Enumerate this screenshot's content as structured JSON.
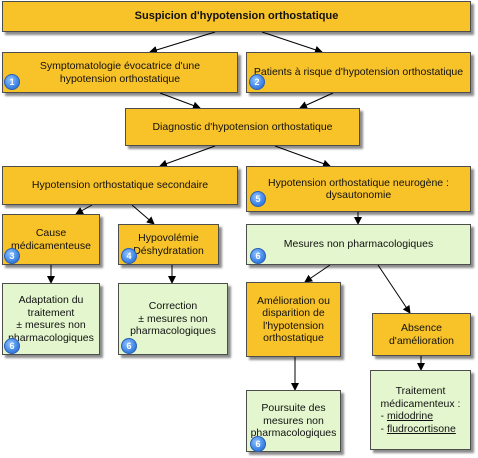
{
  "nodes": {
    "root": "Suspicion d'hypotension orthostatique",
    "symptomatologie": "Symptomatologie évocatrice d'une\nhypotension orthostatique",
    "patients_risque": "Patients à risque d'hypotension orthostatique",
    "diagnostic": "Diagnostic d'hypotension orthostatique",
    "secondaire": "Hypotension orthostatique secondaire",
    "neurogene": "Hypotension orthostatique neurogène :\ndysautonomie",
    "cause_medic": "Cause\nmédicamenteuse",
    "hypovolemie": "Hypovolémie\nDéshydratation",
    "mesures_non_pharma": "Mesures non pharmacologiques",
    "adaptation": "Adaptation du\ntraitement\n± mesures non\npharmacologiques",
    "correction": "Correction\n± mesures non\npharmacologiques",
    "amelioration": "Amélioration ou\ndisparition de\nl'hypotension\northostatique",
    "absence": "Absence\nd'amélioration",
    "poursuite": "Poursuite des\nmesures non\npharmacologiques",
    "traitement_title": "Traitement\nmédicamenteux :",
    "traitement_items": [
      "midodrine",
      "fludrocortisone"
    ],
    "traitement_bullet": "- "
  },
  "badges": {
    "symptomatologie": "1",
    "patients_risque": "2",
    "cause_medic": "3",
    "hypovolemie": "4",
    "neurogene": "5",
    "mesures_non_pharma": "6",
    "adaptation": "6",
    "correction": "6",
    "poursuite": "6"
  },
  "colors": {
    "orange": "#f8c229",
    "green": "#e3f6cd",
    "badge": "#3f86e6"
  }
}
